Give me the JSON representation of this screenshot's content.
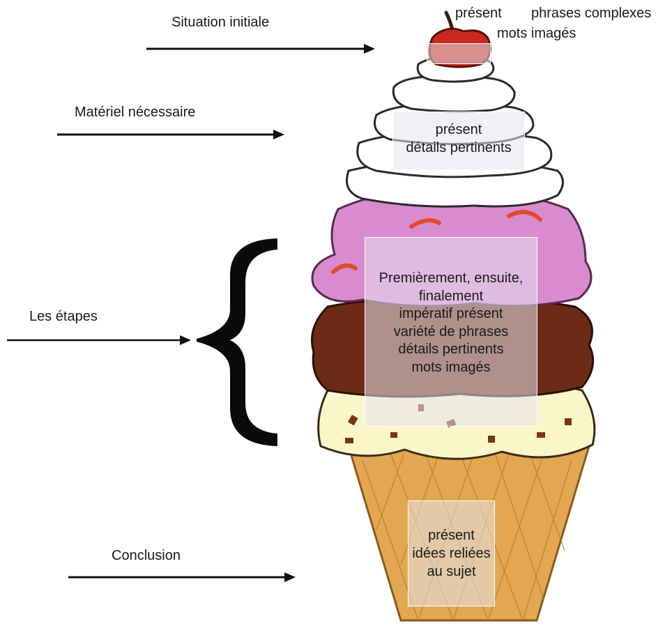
{
  "labels": {
    "situation": "Situation initiale",
    "materiel": "Matériel nécessaire",
    "etapes": "Les étapes",
    "conclusion": "Conclusion"
  },
  "cherry": {
    "present": "présent",
    "phrases": "phrases complexes",
    "mots": "mots imagés"
  },
  "cream_box": [
    "présent",
    "détails pertinents"
  ],
  "scoops_box": [
    "Premièrement, ensuite,",
    "finalement",
    "impératif présent",
    "variété de phrases",
    "détails pertinents",
    "mots imagés"
  ],
  "cone_box": [
    "présent",
    "idées reliées",
    "au sujet"
  ],
  "colors": {
    "cherry": "#c62a1c",
    "cream": "#ffffff",
    "pink_scoop": "#d98bd0",
    "chocolate_scoop": "#6b2a16",
    "vanilla_scoop": "#fbf6c9",
    "cone": "#dfa24e",
    "arrow": "#111111"
  }
}
